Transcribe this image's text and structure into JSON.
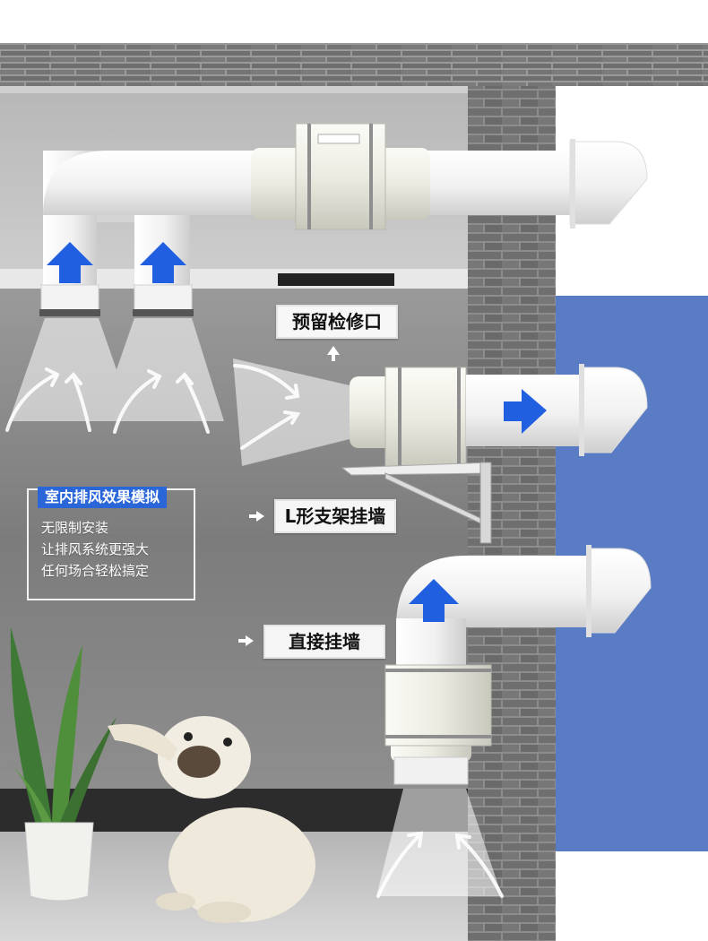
{
  "labels": {
    "inspection_port": "预留检修口",
    "l_bracket": "L形支架挂墙",
    "direct_wall": "直接挂墙"
  },
  "info_box": {
    "title": "室内排风效果模拟",
    "lines": [
      "无限制安装",
      "让排风系统更强大",
      "任何场合轻松搞定"
    ]
  },
  "colors": {
    "arrow_blue": "#1f5fe0",
    "outer_wall_blue": "#5a7cc4",
    "title_blue": "#2a66d8"
  },
  "icons": [
    "flow-up-arrow",
    "flow-right-arrow",
    "pointer-arrow-icon"
  ]
}
